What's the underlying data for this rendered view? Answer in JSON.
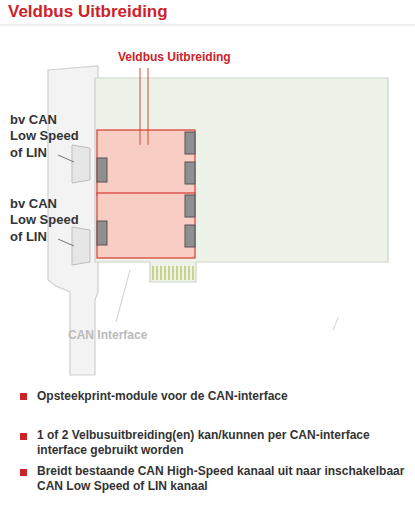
{
  "diagram": {
    "title": "Veldbus Uitbreiding",
    "labels": [
      "Veldbus Uitbreiding",
      "bv CAN Low Speed of LIN",
      "bv CAN Low Speed of LIN",
      "CAN Interface",
      "Opsteekprint-module voor de CAN-interface",
      "1 of 2 Velbusuitbreiding(en) kan/kunnen per CAN-interface interface gebruikt worden",
      "Breidt bestaande CAN High-Speed kanaal uit naar inschakelbaar CAN Low Speed of LIN kanaal"
    ]
  }
}
